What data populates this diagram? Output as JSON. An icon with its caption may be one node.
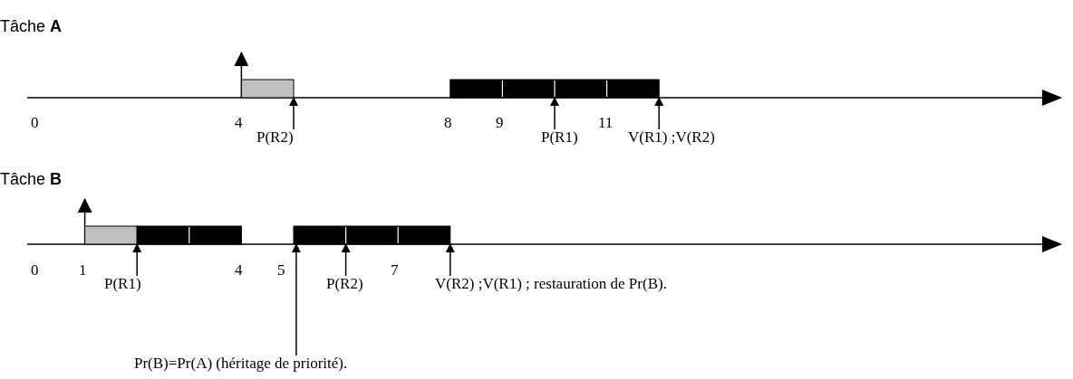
{
  "diagram": {
    "nodes": [
      {
        "text": [],
        "shape": "bar"
      },
      {
        "text": [],
        "shape": "bar"
      },
      {
        "text": [
          "P(R2)"
        ]
      },
      {
        "text": [
          "P(R1)"
        ]
      },
      {
        "text": [
          "V(R1) ;V(R2)"
        ]
      },
      {
        "text": [],
        "shape": "bar"
      },
      {
        "text": [],
        "shape": "bar"
      },
      {
        "text": [],
        "shape": "bar"
      },
      {
        "text": [
          "P(R1)"
        ]
      },
      {
        "text": [
          "P(R2)"
        ]
      },
      {
        "text": [
          "V(R2) ;V(R1) ; restauration de Pr(B)."
        ]
      },
      {
        "text": [
          "Pr(B)=Pr(A) (héritage de priorité)."
        ]
      }
    ],
    "edges": [
      {
        "from": 2,
        "to": 0,
        "arrow": "to"
      },
      {
        "from": 3,
        "to": 1,
        "arrow": "to"
      },
      {
        "from": 4,
        "to": 1,
        "arrow": "to"
      },
      {
        "from": 8,
        "to": 5,
        "arrow": "to"
      },
      {
        "from": 9,
        "to": 7,
        "arrow": "to"
      },
      {
        "from": 10,
        "to": 7,
        "arrow": "to"
      },
      {
        "from": 11,
        "to": 7,
        "arrow": "to"
      }
    ],
    "labels": [
      "Tâche **A**",
      "0",
      "4",
      "8",
      "9",
      "11",
      "Tâche **B**",
      "0",
      "1",
      "4",
      "5",
      "7"
    ]
  }
}
